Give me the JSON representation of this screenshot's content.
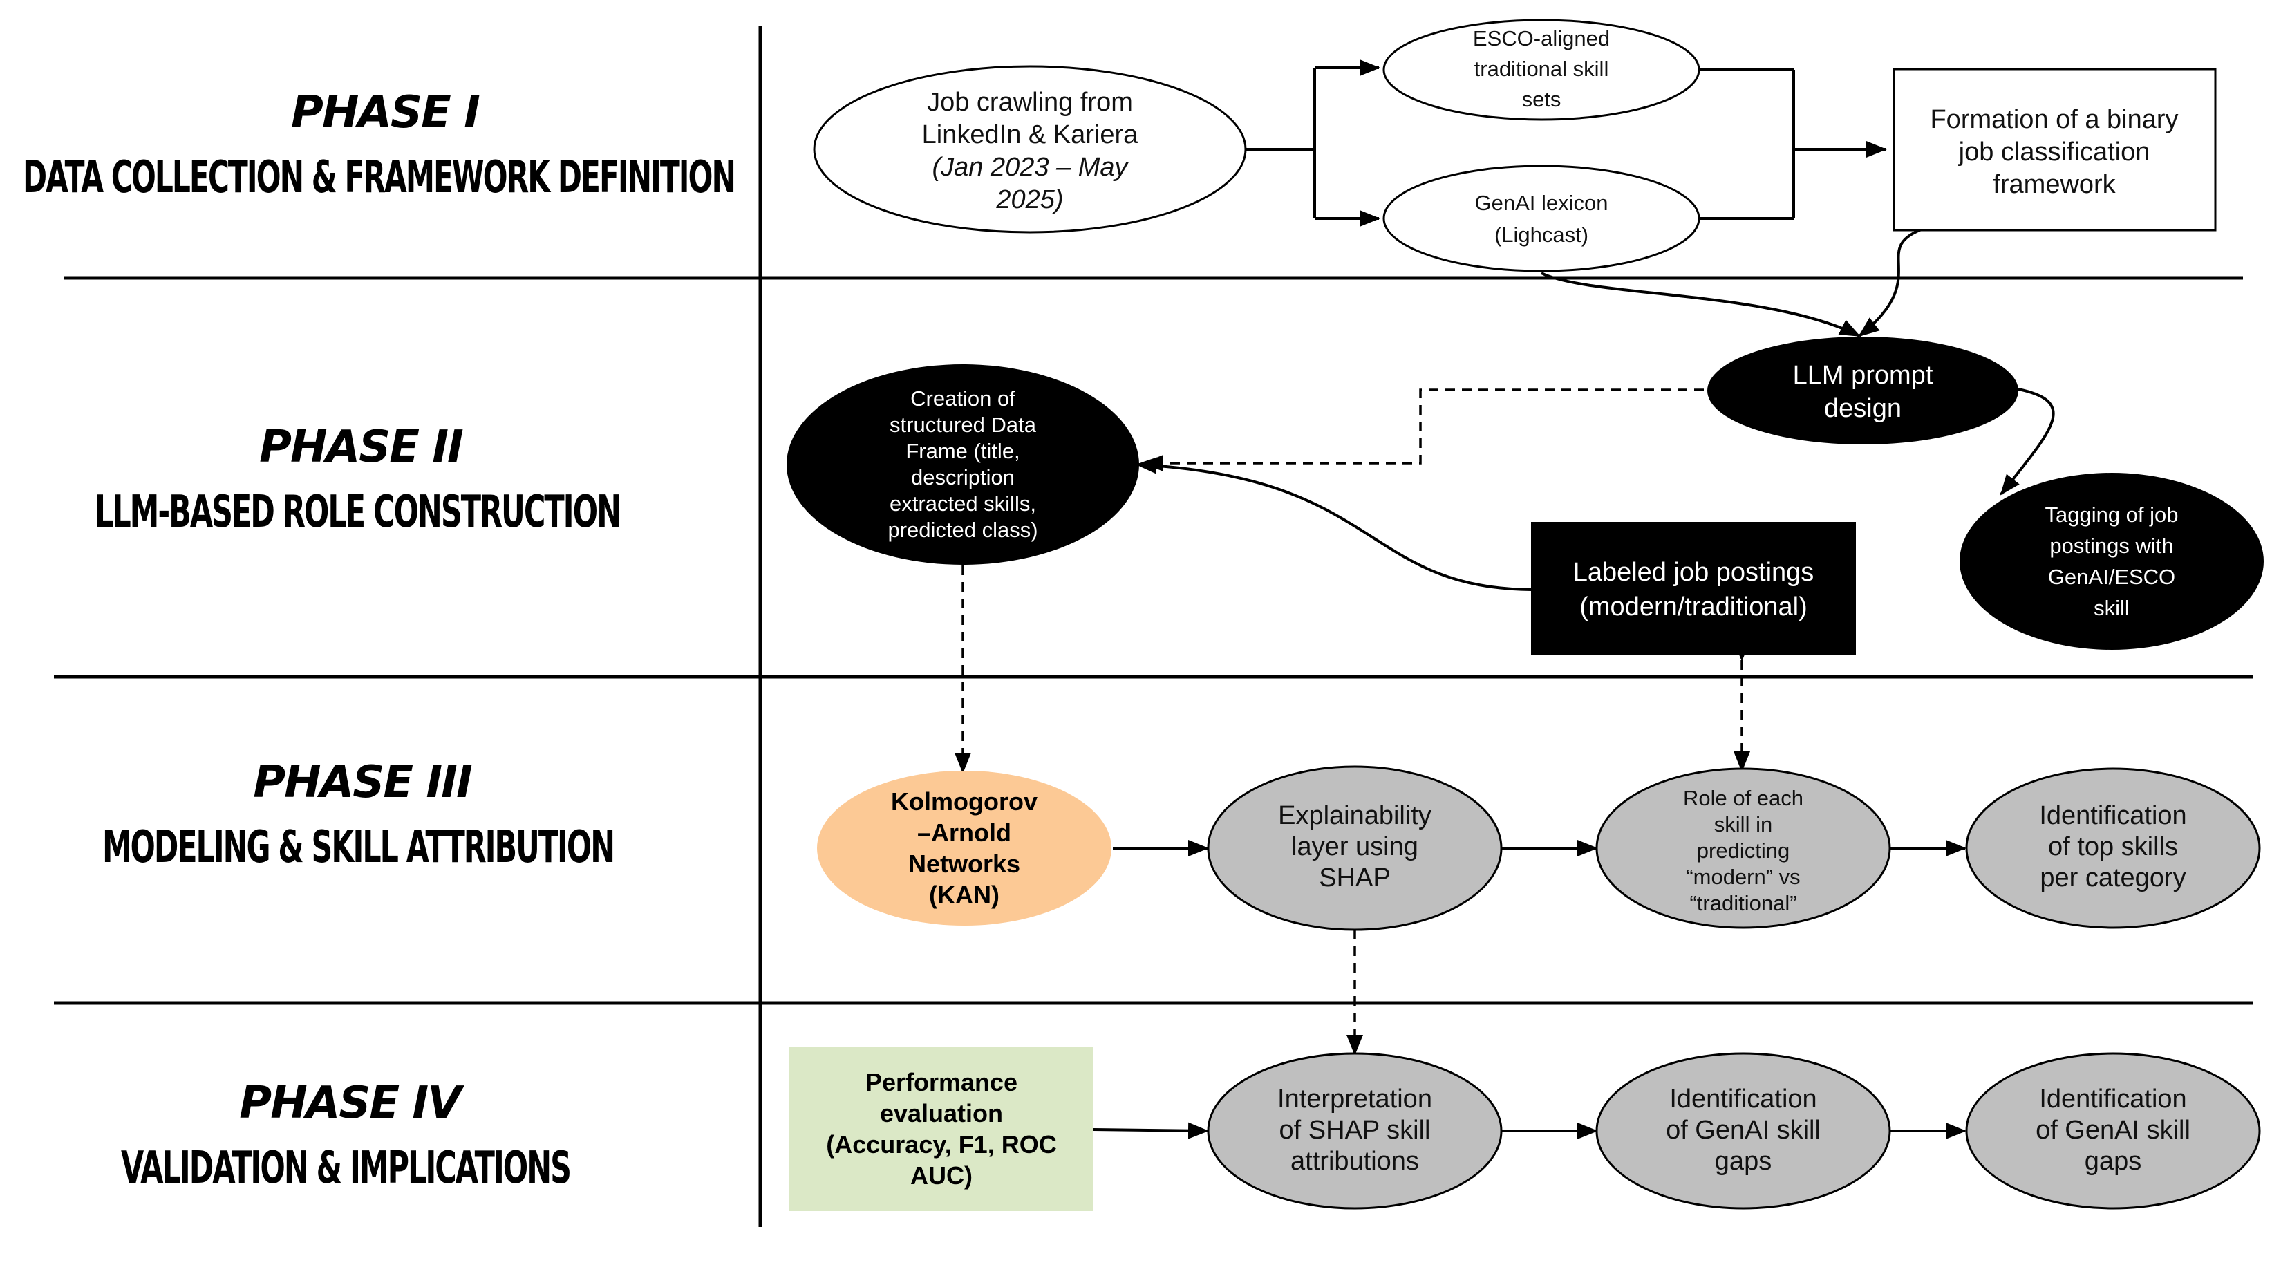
{
  "phases": [
    {
      "title": "PHASE I",
      "subtitle": "DATA COLLECTION & FRAMEWORK DEFINITION"
    },
    {
      "title": "PHASE II",
      "subtitle": "LLM-BASED ROLE CONSTRUCTION"
    },
    {
      "title": "PHASE III",
      "subtitle": "MODELING & SKILL ATTRIBUTION"
    },
    {
      "title": "PHASE IV",
      "subtitle": "VALIDATION & IMPLICATIONS"
    }
  ],
  "nodes": {
    "job_crawling": [
      "Job crawling from",
      "LinkedIn & Kariera",
      "(Jan 2023 – May",
      "2025)"
    ],
    "esco_skills": [
      "ESCO-aligned",
      "traditional skill",
      "sets"
    ],
    "genai_lexicon": [
      "GenAI lexicon",
      "(Lighcast)"
    ],
    "binary_framework": [
      "Formation of a binary",
      "job classification",
      "framework"
    ],
    "llm_prompt": [
      "LLM prompt",
      "design"
    ],
    "data_frame": [
      "Creation of",
      "structured Data",
      "Frame (title,",
      "description",
      "extracted skills,",
      "predicted class)"
    ],
    "labeled_postings": [
      "Labeled job postings",
      "(modern/traditional)"
    ],
    "tagging": [
      "Tagging of job",
      "postings with",
      "GenAI/ESCO",
      "skill"
    ],
    "kan": [
      "Kolmogorov",
      "–Arnold",
      "Networks",
      "(KAN)"
    ],
    "shap_layer": [
      "Explainability",
      "layer using",
      "SHAP"
    ],
    "skill_role": [
      "Role of each",
      "skill in",
      "predicting",
      "“modern” vs",
      "“traditional”"
    ],
    "top_skills": [
      "Identification",
      "of top skills",
      "per category"
    ],
    "performance": [
      "Performance",
      "evaluation",
      "(Accuracy, F1, ROC",
      "AUC)"
    ],
    "shap_interp": [
      "Interpretation",
      "of SHAP skill",
      "attributions"
    ],
    "gaps_1": [
      "Identification",
      "of GenAI skill",
      "gaps"
    ],
    "gaps_2": [
      "Identification",
      "of GenAI skill",
      "gaps"
    ]
  },
  "colors": {
    "black_node": "#000000",
    "gray_node": "#bfbfbf",
    "kan_node": "#fcc995",
    "performance_box": "#dbe8c6"
  }
}
